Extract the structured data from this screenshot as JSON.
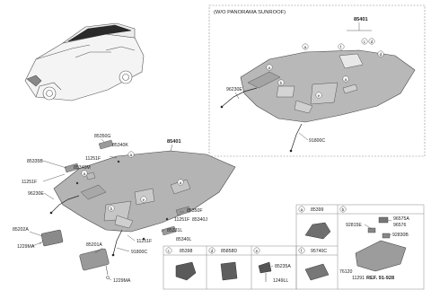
{
  "inset": {
    "title": "(W/O PANORAMA SUNROOF)"
  },
  "parts": {
    "p85401_top": "85401",
    "p96230E_top": "96230E",
    "p91800C_top": "91800C",
    "p85350G": "85350G",
    "p85340K": "85340K",
    "p11251F_a": "11251F",
    "p85335B": "85335B",
    "p85340M": "85340M",
    "p11251F_b": "11251F",
    "p96230E": "96230E",
    "p85401": "85401",
    "p85202A": "85202A",
    "p1229MA_a": "1229MA",
    "p85201A": "85201A",
    "p1229MA_b": "1229MA",
    "p11251F_c": "11251F",
    "p85350F": "85350F",
    "p85340J": "85340J",
    "p85331L": "85331L",
    "p11251F_d": "11251F",
    "p85340L": "85340L",
    "p91800C": "91800C"
  },
  "callouts": [
    "a",
    "b",
    "c",
    "d",
    "e",
    "f"
  ],
  "legend": {
    "a_part": "85399",
    "b_part1": "92815E",
    "b_part2": "96575A",
    "b_part3": "96576",
    "b_part4": "92830B",
    "b_part5": "76120",
    "b_part6": "11291",
    "ref": "REF. 91-928",
    "c_part": "85398",
    "d_part": "85858D",
    "e_part1": "85235A",
    "e_part2": "1249LL",
    "f_part": "95740C"
  }
}
